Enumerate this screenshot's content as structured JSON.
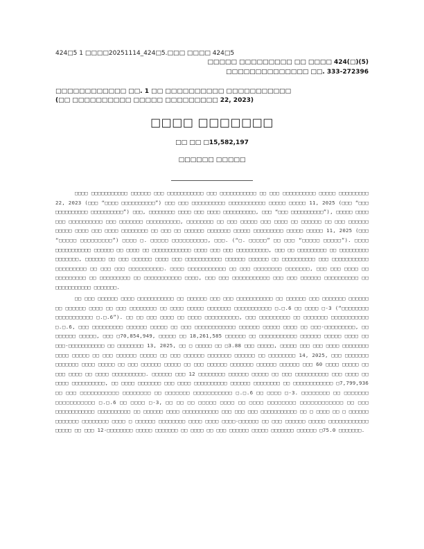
{
  "header": {
    "file_line": "424□5 1 □□□□20251114_424□5.□□□ □□□□ 424□5",
    "rule_line": "□□□□□ □□□□□□□□□ □□ □□□□ 424(□)(5)",
    "registration_line": "□□□□□□□□□□□□□□ □□. 333-272396"
  },
  "supplement": {
    "line1": "□□□□□□□□□□□□ □□. 1 □□ □□□□□□□□□□ □□□□□□□□□□□",
    "line2": "(□□ □□□□□□□□□□ □□□□□ □□□□□□□□□ 22, 2023)"
  },
  "title": "□□□□ □□□□□□□",
  "amount": "□□ □□ □15,582,197",
  "common_stock": "□□□□□□ □□□□□",
  "paragraphs": [
    "□□□□ □□□□□□□□□□□ □□□□□□ □□□ □□□□□□□□□□□ □□□ □□□□□□□□□□□ □□ □□□ □□□□□□□□□□ □□□□□ □□□□□□□□□ 22, 2023 (□□□ “□□□□ □□□□□□□□□□”) □□□ □□□ □□□□□□□□□□ □□□□□□□□□□□ □□□□□ □□□□□ 11, 2025 (□□□ “□□□ □□□□□□□□□□ □□□□□□□□□□”) □□□, □□□□□□□□ □□□□ □□□ □□□□ □□□□□□□□□□, □□□ “□□□ □□□□□□□□□□”), □□□□□ □□□□ □□□ □□□□□□□□□□ □□□ □□□□□□□ □□□□□□□□□□, □□□□□□□□ □□ □□□ □□□□□ □□□ □□□□ □□ □□□□□□ □□ □□□ □□□□□□ □□□□□ □□□□ □□□ □□□□ □□□□□□□□ □□ □□□ □□ □□□□□□ □□□□□□□ □□□□□ □□□□□□□□□ □□□□□ □□□□□ 11, 2025 (□□□ “□□□□□ □□□□□□□□□”) □□□□ □. □□□□□ □□□□□□□□□□, □□□. (“□. □□□□□” □□ □□□ “□□□□□ □□□□□”). □□□□ □□□□□□□□□□□ □□□□□□ □□ □□□□ □□ □□□□□□□□□□□□ □□□□ □□□ □□□ □□□□□□□□□□, □□□ □□ □□□□□□□□□ □□ □□□□□□□□□ □□□□□□□, □□□□□□ □□ □□□ □□□□□□ □□□□ □□□ □□□□□□□□□□□ □□□□□□ □□□□□□ □□ □□□□□□□□□□ □□□ □□□□□□□□□□□ □□□□□□□□□ □□ □□□ □□□ □□□□□□□□□□. □□□□ □□□□□□□□□□□ □□ □□□ □□□□□□□□ □□□□□□□, □□□ □□□ □□□□ □□ □□□□□□□□□ □□ □□□□□□□□□ □□ □□□□□□□□□□□ □□□□, □□□ □□□ □□□□□□□□□□□ □□□ □□□ □□□□□□ □□□□□□□□□□ □□ □□□□□□□□□□□ □□□□□□□.",
    "□□ □□□ □□□□□□ □□□□ □□□□□□□□□□□ □□ □□□□□□ □□□ □□□ □□□□□□□□□□□ □□ □□□□□□ □□□ □□□□□□□ □□□□□□ □□ □□□□□□ □□□□ □□ □□□ □□□□□□□□ □□ □□□□ □□□□□ □□□□□□□ □□□□□□□□□□□ □.□.6 □□ □□□□ □-3 (“□□□□□□□□ □□□□□□□□□□□ □.□.6”). □□ □□ □□□ □□□□ □□ □□□□ □□□□□□□□□□, □□□ □□□□□□□□□ □□ □□□□□□□ □□□□□□□□□□□ □.□.6, □□□ □□□□□□□□□ □□□□□□ □□□□□ □□ □□□ □□□□□□□□□□□□ □□□□□□ □□□□□ □□□□ □□ □□□-□□□□□□□□□, □□ □□□□□□ □□□□□, □□□ □70,854,949, □□□□□ □□ 18,261,585 □□□□□□ □□ □□□□□□□□□□□ □□□□□□ □□□□□ □□□□ □□ □□□-□□□□□□□□□□□ □□ □□□□□□□□ 13, 2025, □□ □ □□□□□ □□ □3.88 □□□ □□□□□, □□□□□ □□□ □□□ □□□□ □□□□□□□□ □□□□ □□□□□ □□ □□□ □□□□□□ □□□□□ □□ □□□ □□□□□□ □□□□□□□ □□□□□□ □□ □□□□□□□□ 14, 2025, □□□ □□□□□□□ □□□□□□□ □□□□ □□□□□ □□ □□□ □□□□□□ □□□□□ □□ □□□ □□□□□□ □□□□□□□ □□□□□□ □□□□□□ □□□ 60 □□□□ □□□□□ □□ □□□ □□□□ □□ □□□□ □□□□□□□□□□. □□□□□□ □□□ 12 □□□□□□□□ □□□□□□ □□□□□ □□ □□□ □□□□□□□□□□ □□□ □□□□ □□ □□□□ □□□□□□□□□□, □□ □□□□ □□□□□□□ □□□ □□□□ □□□□□□□□□□ □□□□□□ □□□□□□□□ □□ □□□□□□□□□□□□ □7,799,936 □□ □□□ □□□□□□□□□□□ □□□□□□□□ □□ □□□□□□□ □□□□□□□□□□□ □.□.6 □□ □□□□ □-3. □□□□□□□□ □□ □□□□□□□ □□□□□□□□□□□ □.□.6 □□ □□□□ □-3, □□ □□ □□ □□□□□ □□□□ □□ □□□□ □□□□□□□□ □□□□□□□□□□□□ □□ □□□ □□□□□□□□□□□□ □□□□□□□□□□ □□ □□□□□□ □□□□ □□□□□□□□□□□ □□□ □□□ □□□ □□□□□□□□□□□ □□ □ □□□□ □□ □ □□□□□□ □□□□□□□ □□□□□□□□ □□□□ □ □□□□□□ □□□□□□□□ □□□□ □□□□ □□□□-□□□□□□ □□ □□□ □□□□□□ □□□□□ □□□□□□□□□□□□ □□□□□ □□ □□□ 12-□□□□□□□□ □□□□□ □□□□□□□ □□ □□□□ □□ □□□ □□□□□□ □□□□□ □□□□□□□ □□□□□□ □75.0 □□□□□□□."
  ]
}
